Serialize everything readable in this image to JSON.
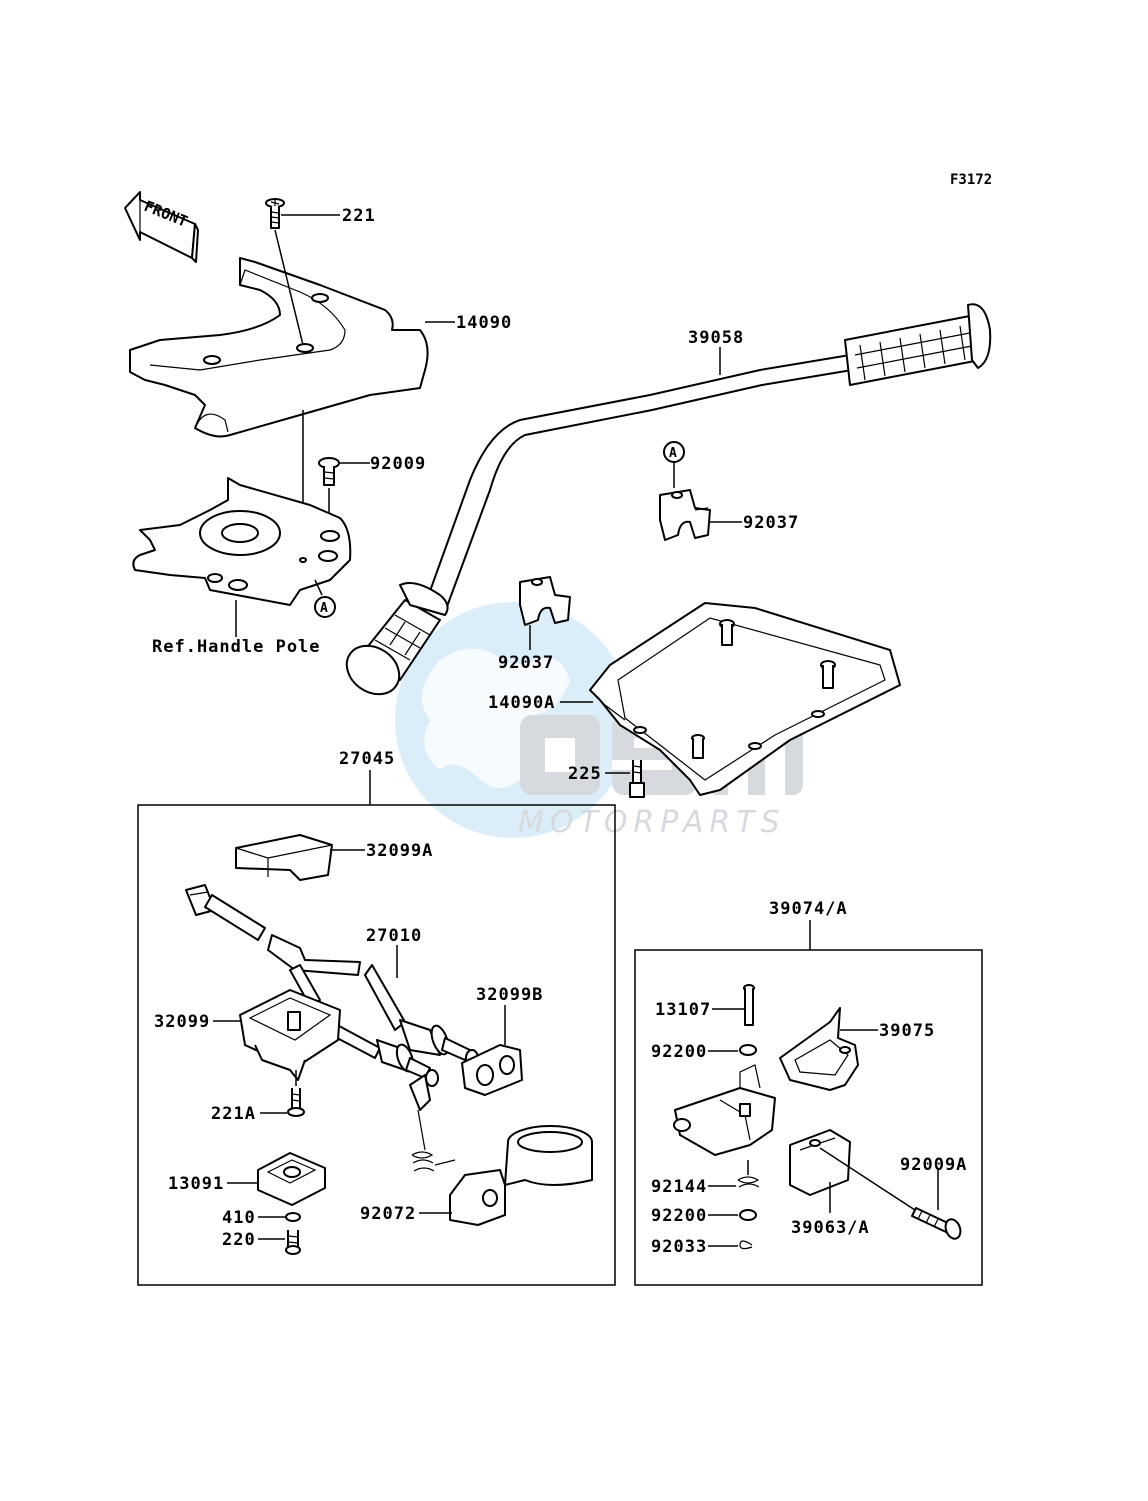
{
  "figure_code": "F3172",
  "front_label": "FRONT",
  "watermark": {
    "brand": "OSM",
    "subtitle": "MOTORPARTS"
  },
  "callout_marker": "A",
  "reference_note": "Ref.Handle Pole",
  "groups": {
    "box_left": "27045",
    "box_right": "39074/A"
  },
  "parts": {
    "p221": "221",
    "p14090": "14090",
    "p92009": "92009",
    "p39058": "39058",
    "p92037_upper": "92037",
    "p92037_lower": "92037",
    "p14090A": "14090A",
    "p225": "225",
    "p32099A": "32099A",
    "p27010": "27010",
    "p32099B": "32099B",
    "p32099": "32099",
    "p221A": "221A",
    "p13091": "13091",
    "p410": "410",
    "p220": "220",
    "p92072": "92072",
    "p13107": "13107",
    "p39075": "39075",
    "p92200_a": "92200",
    "p92144": "92144",
    "p92200_b": "92200",
    "p92033": "92033",
    "p39063A": "39063/A",
    "p92009A": "92009A"
  },
  "colors": {
    "line": "#000000",
    "background": "#ffffff",
    "watermark": "#c9d0d8",
    "watermark_globe": "#bfe0f5"
  }
}
